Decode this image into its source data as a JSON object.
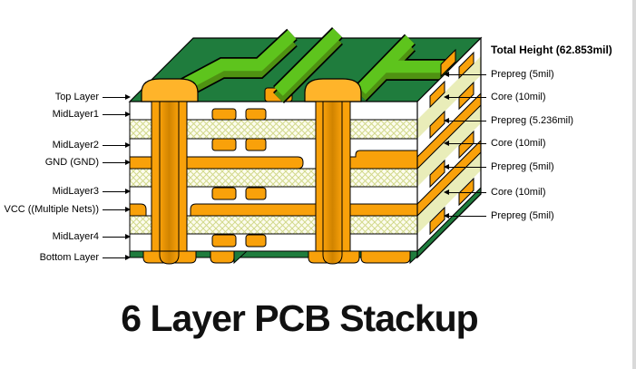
{
  "title": "6 Layer PCB Stackup",
  "palette": {
    "board_green": "#1f7c3d",
    "trace_green": "#5ec41d",
    "trace_shadow": "#4f9212",
    "copper": "#f9a10a",
    "copper_light": "#ffb42a",
    "copper_dark": "#d18400",
    "core_side": "#e9edb9",
    "hatch_bg": "#fcfcee",
    "hatch_line": "#d2d98b",
    "outline": "#000000"
  },
  "diagram": {
    "copper_layers": [
      "Top Layer",
      "MidLayer1",
      "MidLayer2",
      "GND (GND)",
      "MidLayer3",
      "VCC ((Multiple Nets))",
      "MidLayer4",
      "Bottom Layer"
    ],
    "total_height_label": "Total Height (62.853mil)",
    "dielectric_layers": [
      "Prepreg (5mil)",
      "Core (10mil)",
      "Prepreg (5.236mil)",
      "Core (10mil)",
      "Prepreg (5mil)",
      "Core (10mil)",
      "Prepreg (5mil)"
    ]
  }
}
